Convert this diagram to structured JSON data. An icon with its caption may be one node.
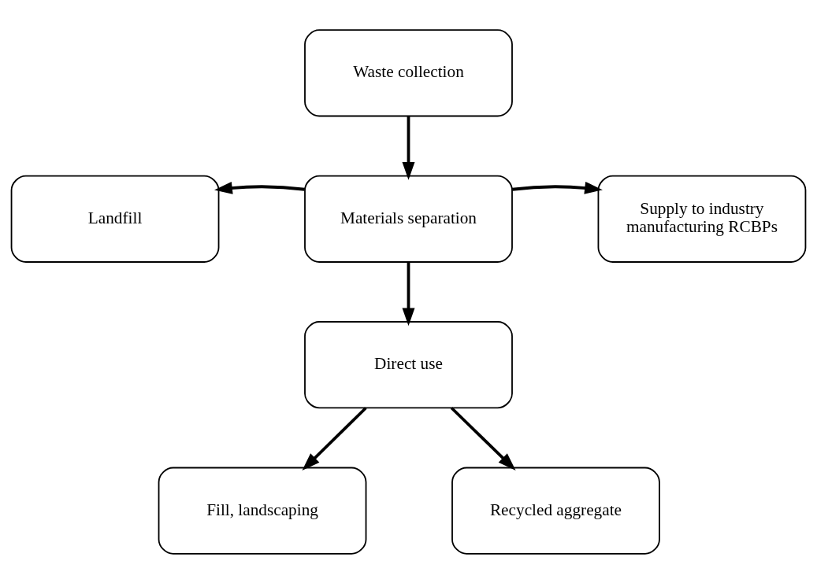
{
  "diagram": {
    "nodes": [
      {
        "text": [
          "Waste collection"
        ]
      },
      {
        "text": [
          "Landfill"
        ]
      },
      {
        "text": [
          "Materials separation"
        ]
      },
      {
        "text": [
          "Supply to industry manufacturing RCBPs"
        ]
      },
      {
        "text": [
          "Direct use"
        ]
      },
      {
        "text": [
          "Fill, landscaping"
        ]
      },
      {
        "text": [
          "Recycled aggregate"
        ]
      }
    ],
    "edges": [
      {
        "from": 0,
        "to": 2,
        "arrow": "to"
      },
      {
        "from": 2,
        "to": 1,
        "arrow": "to"
      },
      {
        "from": 2,
        "to": 3,
        "arrow": "to"
      },
      {
        "from": 2,
        "to": 4,
        "arrow": "to"
      },
      {
        "from": 4,
        "to": 5,
        "arrow": "to"
      },
      {
        "from": 4,
        "to": 6,
        "arrow": "to"
      }
    ]
  }
}
